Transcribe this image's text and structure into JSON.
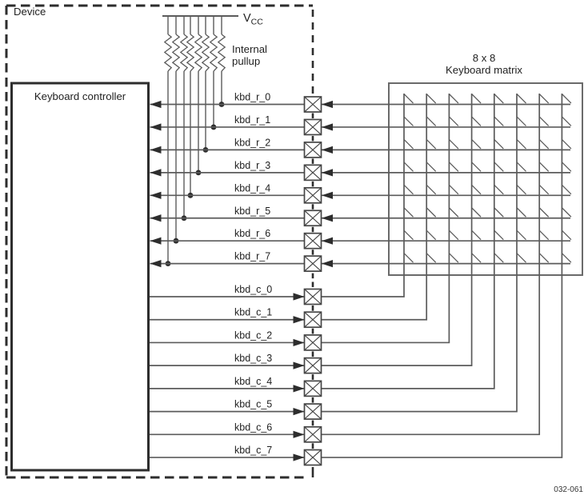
{
  "diagram": {
    "device_label": "Device",
    "controller_label": "Keyboard controller",
    "vcc_label": "V",
    "vcc_subscript": "CC",
    "pullup_label_line1": "Internal",
    "pullup_label_line2": "pullup",
    "matrix_title_line1": "8 x 8",
    "matrix_title_line2": "Keyboard matrix",
    "figure_number": "032-061",
    "row_signals": [
      "kbd_r_0",
      "kbd_r_1",
      "kbd_r_2",
      "kbd_r_3",
      "kbd_r_4",
      "kbd_r_5",
      "kbd_r_6",
      "kbd_r_7"
    ],
    "column_signals": [
      "kbd_c_0",
      "kbd_c_1",
      "kbd_c_2",
      "kbd_c_3",
      "kbd_c_4",
      "kbd_c_5",
      "kbd_c_6",
      "kbd_c_7"
    ],
    "matrix_rows": 8,
    "matrix_cols": 8,
    "pin_symbol": "crossed-square-pin-icon",
    "switch_symbol": "key-switch-icon",
    "resistor_symbol": "pullup-resistor-icon",
    "colors": {
      "wire": "#5b5b5b",
      "outline": "#2d2d2d",
      "pin_box": "#454545",
      "matrix_box": "#6a6a6a",
      "text": "#1f1f1f",
      "background": "#ffffff"
    }
  }
}
